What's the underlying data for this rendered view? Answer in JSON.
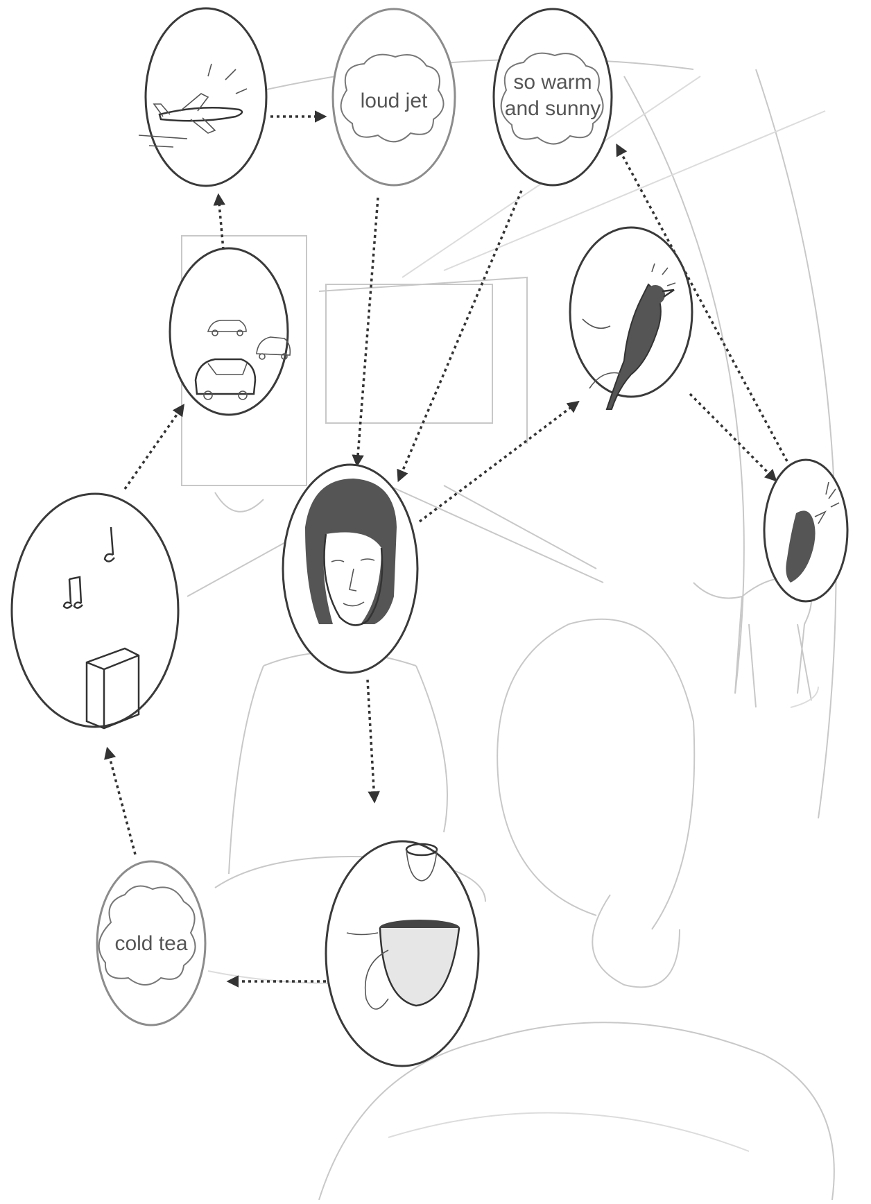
{
  "thoughts": {
    "jet": "loud jet",
    "sun_line1": "so warm",
    "sun_line2": "and sunny",
    "tea": "cold tea"
  },
  "colors": {
    "ink": "#333333",
    "sketch": "#c8c8c8",
    "background": "#ffffff"
  },
  "icons": [
    "airplane-icon",
    "cars-icon",
    "music-box-icon",
    "bird-icon",
    "barking-dog-icon",
    "woman-face-icon",
    "tea-cup-icon"
  ]
}
